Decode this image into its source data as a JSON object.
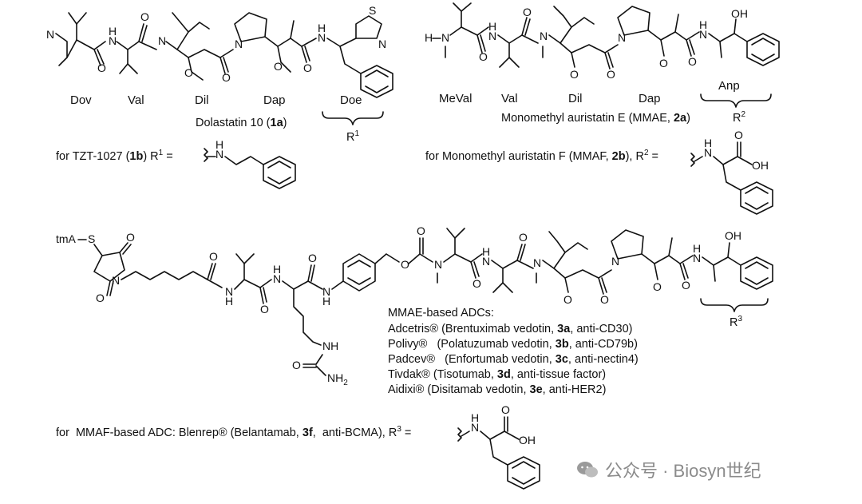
{
  "residues_top_left": [
    "Dov",
    "Val",
    "Dil",
    "Dap",
    "Doe"
  ],
  "residues_top_right": [
    "MeVal",
    "Val",
    "Dil",
    "Dap",
    "Anp"
  ],
  "atoms": {
    "N": "N",
    "O": "O",
    "S": "S",
    "OH": "OH",
    "NH": "NH",
    "NH2": "NH",
    "H": "H"
  },
  "dolastatin": {
    "name_pre": "Dolastatin 10 (",
    "code": "1a",
    "name_post": ")",
    "rgroup": "R",
    "rsup": "1"
  },
  "mmae": {
    "name_pre": "Monomethyl auristatin E (MMAE, ",
    "code": "2a",
    "name_post": ")",
    "rgroup": "R",
    "rsup": "2"
  },
  "tzt": {
    "pre": "for TZT-1027 (",
    "code": "1b",
    "post": ") R",
    "sup": "1",
    "eq": " ="
  },
  "mmaf": {
    "pre": "for Monomethyl auristatin F (MMAF, ",
    "code": "2b",
    "post": "), R",
    "sup": "2",
    "eq": " ="
  },
  "adc": {
    "linker_label": "tmA",
    "heading": "MMAE-based ADCs:",
    "rgroup": "R",
    "rsup": "3",
    "list": [
      {
        "pre": "Adcetris® (Brentuximab vedotin, ",
        "code": "3a",
        "post": ", anti-CD30)"
      },
      {
        "pre": "Polivy®   (Polatuzumab vedotin, ",
        "code": "3b",
        "post": ", anti-CD79b)"
      },
      {
        "pre": "Padcev®   (Enfortumab vedotin, ",
        "code": "3c",
        "post": ", anti-nectin4)"
      },
      {
        "pre": "Tivdak® (Tisotumab, ",
        "code": "3d",
        "post": ", anti-tissue factor)"
      },
      {
        "pre": "Aidixi® (Disitamab vedotin, ",
        "code": "3e",
        "post": ", anti-HER2)"
      }
    ]
  },
  "blenrep": {
    "pre": "for  MMAF-based ADC: Blenrep® (Belantamab, ",
    "code": "3f",
    "post": ",  anti-BCMA), R",
    "sup": "3",
    "eq": " ="
  },
  "watermark": {
    "text": "公众号 · Biosyn世纪",
    "icon": "wechat-icon"
  }
}
